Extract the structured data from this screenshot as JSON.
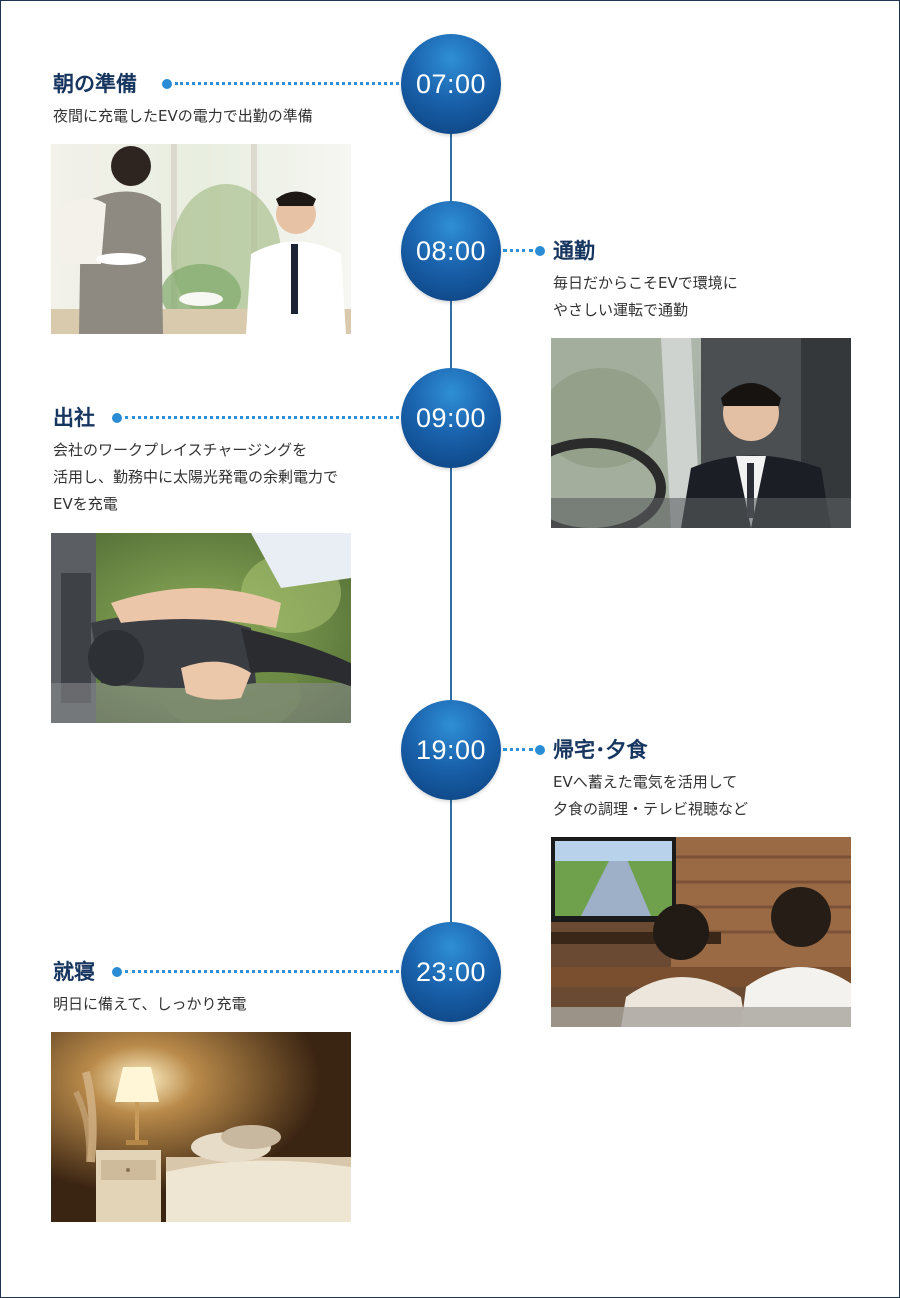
{
  "timeline": [
    {
      "time": "07:00",
      "title": "朝の準備",
      "desc": [
        "夜間に充電したEVの電力で出勤の準備"
      ],
      "photo_icon": "breakfast-photo"
    },
    {
      "time": "08:00",
      "title": "通勤",
      "desc": [
        "毎日だからこそEVで環境に",
        "やさしい運転で通勤"
      ],
      "photo_icon": "driving-photo"
    },
    {
      "time": "09:00",
      "title": "出社",
      "desc": [
        "会社のワークプレイスチャージングを",
        "活用し、勤務中に太陽光発電の余剰電力で",
        "EVを充電"
      ],
      "photo_icon": "charging-photo"
    },
    {
      "time": "19:00",
      "title": "帰宅･夕食",
      "desc": [
        "EVへ蓄えた電気を活用して",
        "夕食の調理・テレビ視聴など"
      ],
      "photo_icon": "tv-photo"
    },
    {
      "time": "23:00",
      "title": "就寝",
      "desc": [
        "明日に備えて、しっかり充電"
      ],
      "photo_icon": "bedroom-photo"
    }
  ],
  "colors": {
    "circle": "#1a63ad",
    "title": "#16355f",
    "line": "#2f6fa3",
    "dot": "#2a8cd4"
  }
}
